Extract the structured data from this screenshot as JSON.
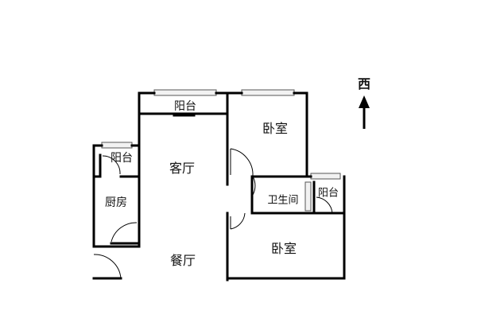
{
  "orientation": {
    "direction_label": "西"
  },
  "rooms": {
    "living_room": "客厅",
    "dining_room": "餐厅",
    "kitchen": "厨房",
    "bedroom_top": "卧室",
    "bedroom_bottom": "卧室",
    "bathroom": "卫生间",
    "balcony_top": "阳台",
    "balcony_kitchen": "阳台",
    "balcony_bathroom": "阳台"
  }
}
